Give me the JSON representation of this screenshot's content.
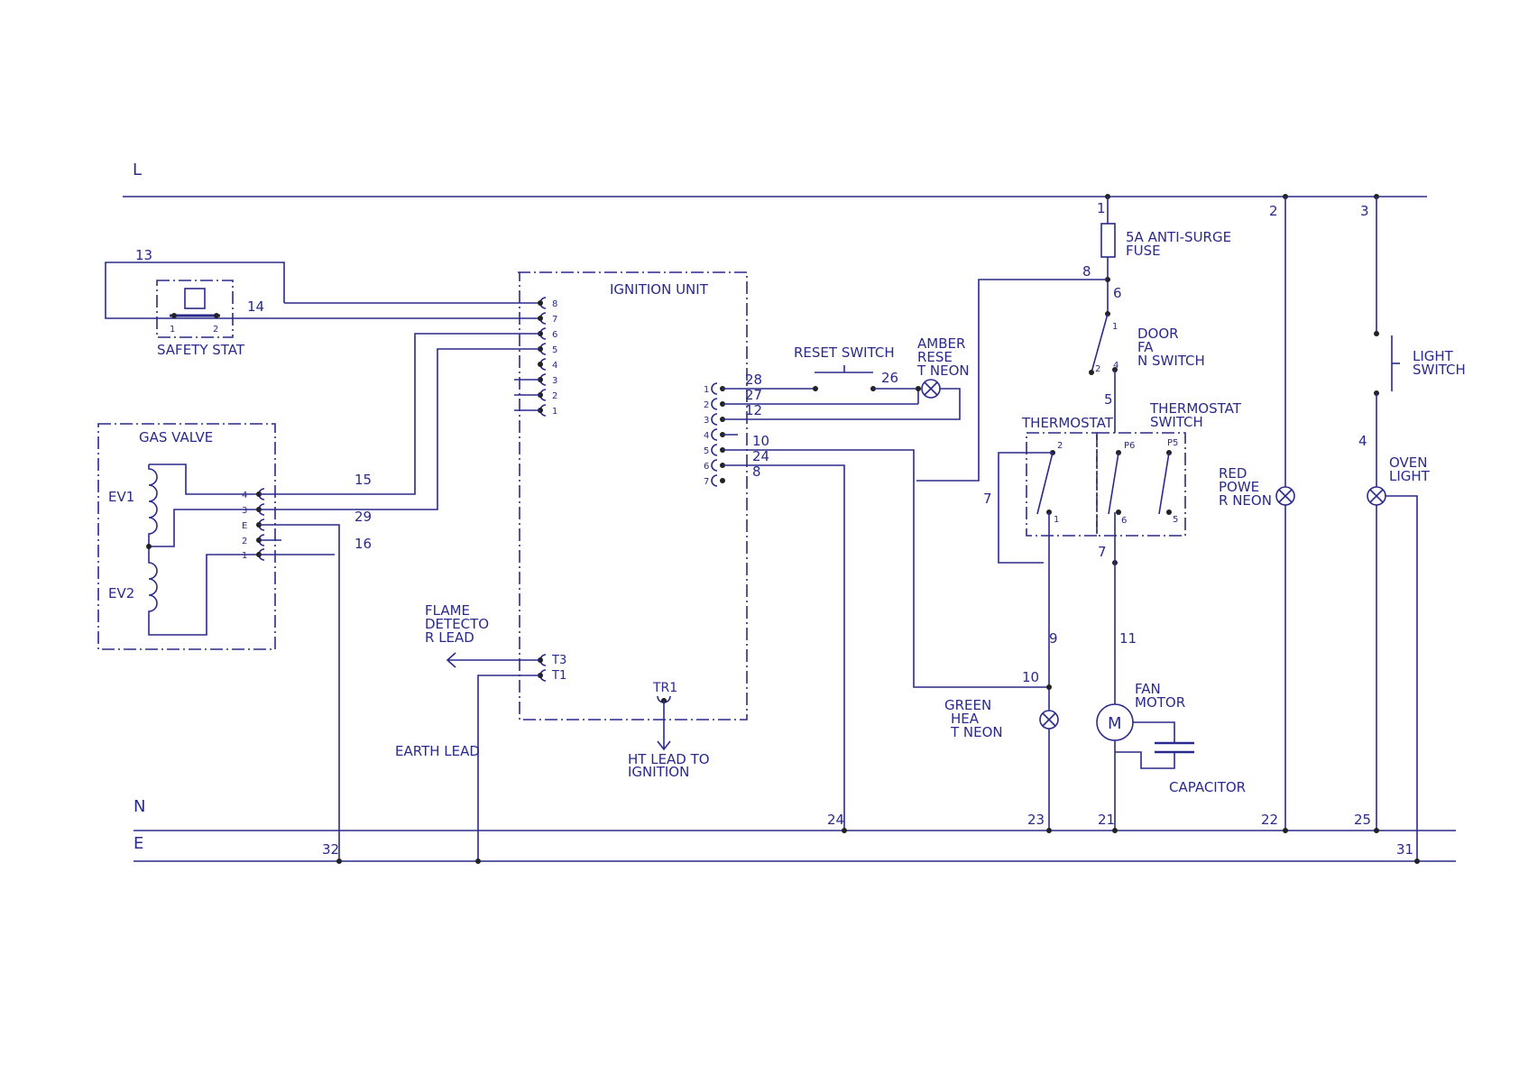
{
  "rails": {
    "live": "L",
    "neutral": "N",
    "earth": "E"
  },
  "components": {
    "fuse": "5A ANTI-SURGE FUSE",
    "door_switch": "DOOR FAN SWITCH",
    "light_switch": "LIGHT SWITCH",
    "safety_stat": "SAFETY STAT",
    "ignition_unit": "IGNITION UNIT",
    "gas_valve": "GAS VALVE",
    "ev1": "EV1",
    "ev2": "EV2",
    "reset_switch": "RESET SWITCH",
    "amber_neon": "AMBER RESET NEON",
    "thermostat": "THERMOSTAT",
    "thermostat_switch": "THERMOSTAT SWITCH",
    "red_neon": "RED POWER NEON",
    "oven_light": "OVEN LIGHT",
    "flame_lead": "FLAME DETECTOR LEAD",
    "earth_lead": "EARTH LEAD",
    "ht_lead": "HT LEAD TO IGNITION",
    "tr1": "TR1",
    "t3": "T3",
    "t1": "T1",
    "green_neon": "GREEN HEAT NEON",
    "fan_motor": "FAN MOTOR",
    "motor_symbol": "M",
    "capacitor": "CAPACITOR"
  },
  "wire_numbers": {
    "w1": "1",
    "w2": "2",
    "w3": "3",
    "w4": "4",
    "w5": "5",
    "w6": "6",
    "w7a": "7",
    "w7b": "7",
    "w8a": "8",
    "w8b": "8",
    "w9": "9",
    "w10a": "10",
    "w10b": "10",
    "w11": "11",
    "w12": "12",
    "w13": "13",
    "w14": "14",
    "w15": "15",
    "w16": "16",
    "w21": "21",
    "w22": "22",
    "w23": "23",
    "w24a": "24",
    "w24b": "24",
    "w25": "25",
    "w26": "26",
    "w27": "27",
    "w28": "28",
    "w29": "29",
    "w31": "31",
    "w32": "32"
  },
  "pins": {
    "ign_left": [
      "8",
      "7",
      "6",
      "5",
      "4",
      "3",
      "2",
      "1"
    ],
    "ign_right": [
      "1",
      "2",
      "3",
      "4",
      "5",
      "6",
      "7"
    ],
    "gas_valve": [
      "4",
      "3",
      "E",
      "2",
      "1"
    ],
    "safety_stat": [
      "1",
      "2"
    ],
    "door_switch": [
      "1",
      "2",
      "4"
    ],
    "thermostat": [
      "2",
      "1"
    ],
    "thermostat_switch": [
      "P6",
      "P5",
      "6",
      "5"
    ]
  }
}
